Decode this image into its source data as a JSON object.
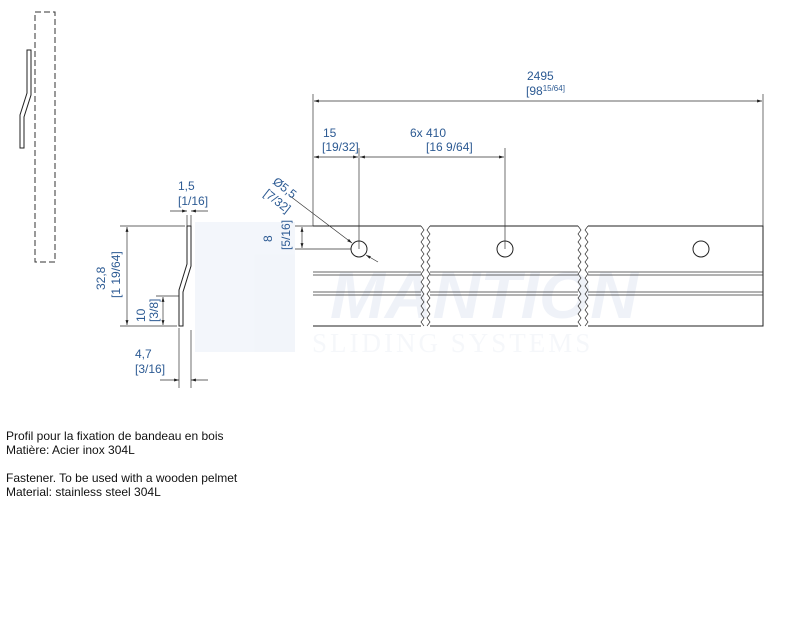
{
  "watermark": {
    "brand": "MANTION",
    "tagline": "SLIDING SYSTEMS"
  },
  "dimensions": {
    "overall_length": {
      "mm": "2495",
      "inch": "[98",
      "inch_frac": "15/64]"
    },
    "first_hole": {
      "mm": "15",
      "inch": "[19/32]"
    },
    "hole_pitch": {
      "mm": "6x 410",
      "inch": "[16 9/64]"
    },
    "hole_diameter": {
      "mm": "Ø5,5",
      "inch": "[7/32]"
    },
    "hole_height": {
      "mm": "8",
      "inch": "[5/16]"
    },
    "thickness": {
      "mm": "1,5",
      "inch": "[1/16]"
    },
    "height": {
      "mm": "32,8",
      "inch": "[1 19/64]"
    },
    "lower_height": {
      "mm": "10",
      "inch": "[3/8]"
    },
    "offset": {
      "mm": "4,7",
      "inch": "[3/16]"
    }
  },
  "description": {
    "fr_line1": "Profil pour la fixation de bandeau en bois",
    "fr_line2": "Matière: Acier inox 304L",
    "en_line1": "Fastener. To be used with a wooden pelmet",
    "en_line2": "Material: stainless steel 304L"
  },
  "colors": {
    "dimension_text": "#2c5a93",
    "watermark": "#e6ebf5"
  }
}
